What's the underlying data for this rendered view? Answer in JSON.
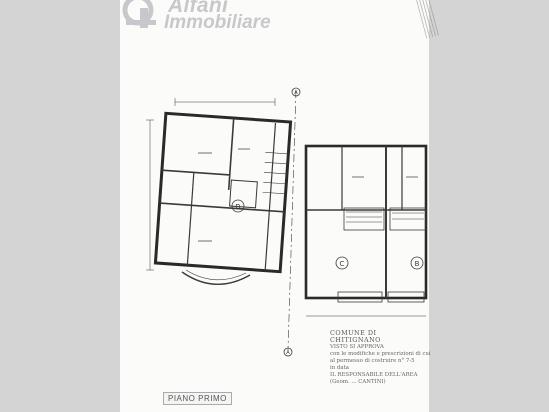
{
  "brand": {
    "line1": "Alfani",
    "line2": "Immobiliare"
  },
  "plan": {
    "floor_label": "PIANO PRIMO",
    "unit_labels": [
      "D",
      "C",
      "B"
    ],
    "section_marks": [
      "A",
      "A"
    ]
  },
  "stamp": {
    "title": "COMUNE DI CHITIGNANO",
    "lines": [
      "VISTO SI APPROVA",
      "con le modifiche e prescrizioni di cui",
      "al permesso di costruire n° 7-5",
      "in data",
      "IL RESPONSABILE DELL'AREA",
      "(Geom. ... CANTINI)"
    ]
  },
  "colors": {
    "sheet": "#fbfbf9",
    "ink": "#3a3a3a",
    "logo": "#c8c8cc"
  }
}
